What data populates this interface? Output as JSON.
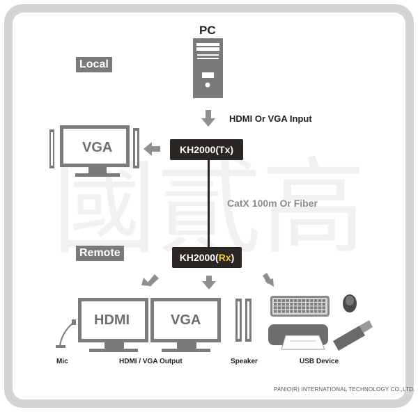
{
  "labels": {
    "pc": "PC",
    "local": "Local",
    "remote": "Remote",
    "input": "HDMI Or VGA Input",
    "link": "CatX 100m Or Fiber",
    "tx": "KH2000(Tx)",
    "rx_prefix": "KH2000(",
    "rx_highlight": "Rx",
    "rx_suffix": ")"
  },
  "screens": {
    "local_vga": "VGA",
    "remote_hdmi": "HDMI",
    "remote_vga": "VGA"
  },
  "captions": {
    "mic": "Mic",
    "output": "HDMI / VGA Output",
    "speaker": "Speaker",
    "usb": "USB Device"
  },
  "brand": "PANIO(R) INTERNATIONAL TECHNOLOGY CO.,LTD.",
  "watermark": "國貳高",
  "colors": {
    "frame": "#d4d4d4",
    "device_box": "#2b2523",
    "rx_highlight": "#f2d024",
    "icon_gray": "#7a7a7a",
    "arrow_gray": "#8f8f8f"
  }
}
